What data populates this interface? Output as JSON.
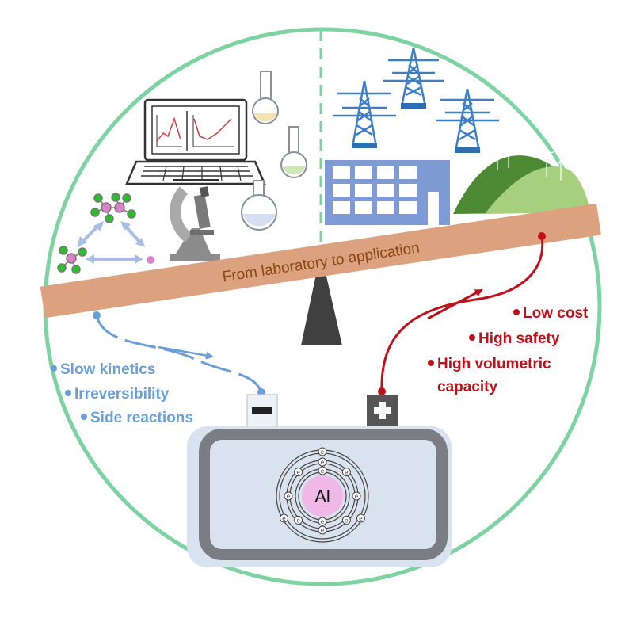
{
  "beam": {
    "label": "From laboratory to application"
  },
  "challenges": {
    "items": [
      "Slow kinetics",
      "Irreversibility",
      "Side reactions"
    ]
  },
  "advantages": {
    "items": [
      "Low cost",
      "High safety",
      "High volumetric",
      "capacity"
    ]
  },
  "battery": {
    "negative_symbol": "−",
    "positive_symbol": "+",
    "core_label": "Al",
    "electron_symbol": "e"
  },
  "colors": {
    "circle": "#7ed3a3",
    "beam": "#dca27f",
    "beam_text": "#8b4513",
    "challenges": "#6a9fd8",
    "advantages": "#c0101a",
    "battery_case": "#d9e2ef",
    "battery_frame": "#7a7d82",
    "tower": "#3d7fc6",
    "building": "#7f9bd6",
    "hill_dark": "#4e8a34",
    "hill_light": "#a6cf7e",
    "nucleus": "#f0b8e6",
    "molecule_green": "#2bbd2b",
    "molecule_pink": "#d982c8"
  }
}
